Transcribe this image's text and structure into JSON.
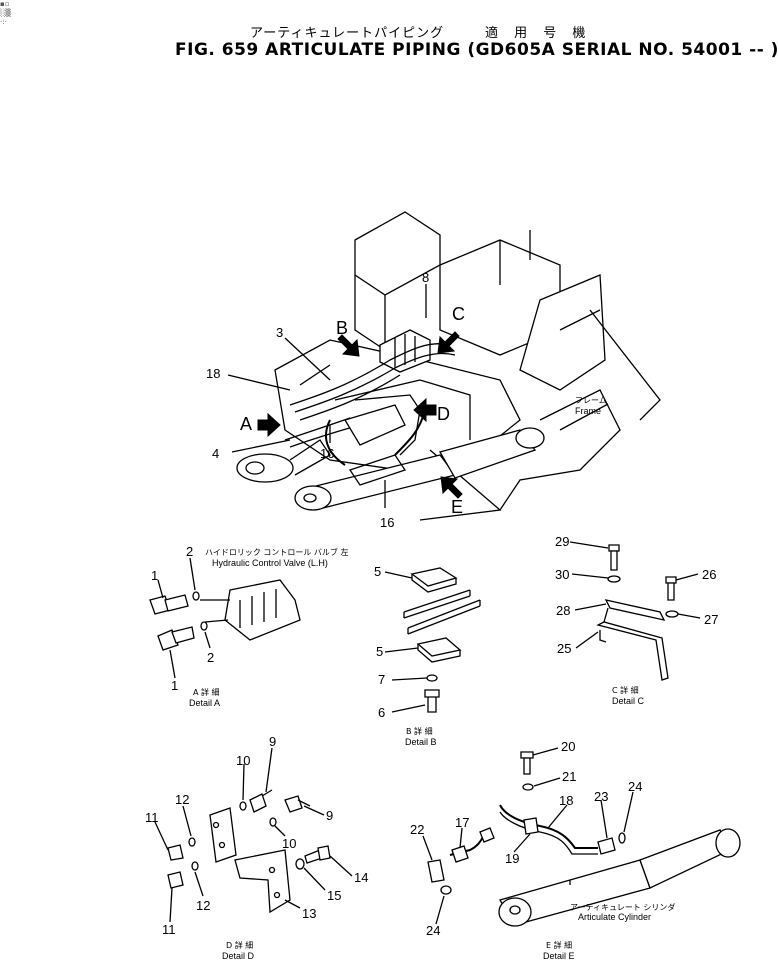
{
  "title": {
    "jp_name": "アーティキュレートパイピング",
    "jp_applicable": "適 用 号 機",
    "main": "FIG. 659  ARTICULATE PIPING (GD605A SERIAL NO. 54001 -- )"
  },
  "main_view": {
    "part_numbers": [
      "8",
      "3",
      "18",
      "4",
      "16",
      "16"
    ],
    "arrows": [
      "A",
      "B",
      "C",
      "D",
      "E"
    ],
    "frame_label_jp": "フレーム",
    "frame_label": "Frame"
  },
  "detail_a": {
    "jp_label": "ハイドロリック コントロール バルブ 左",
    "label": "Hydraulic Control Valve (L.H)",
    "caption_jp": "A 詳 細",
    "caption": "Detail A",
    "parts": [
      "2",
      "1",
      "2",
      "1"
    ]
  },
  "detail_b": {
    "caption_jp": "B 詳 細",
    "caption": "Detail B",
    "parts": [
      "5",
      "5",
      "7",
      "6"
    ]
  },
  "detail_c": {
    "caption_jp": "C 詳 細",
    "caption": "Detail C",
    "parts": [
      "29",
      "30",
      "26",
      "28",
      "27",
      "25"
    ]
  },
  "detail_d": {
    "caption_jp": "D 詳 細",
    "caption": "Detail D",
    "parts": [
      "9",
      "10",
      "12",
      "11",
      "9",
      "10",
      "14",
      "15",
      "12",
      "13",
      "11"
    ]
  },
  "detail_e": {
    "caption_jp": "E 詳 細",
    "caption": "Detail E",
    "cylinder_jp": "アーティキュレート シリンダ",
    "cylinder": "Articulate Cylinder",
    "parts": [
      "20",
      "21",
      "18",
      "23",
      "24",
      "17",
      "22",
      "19",
      "24"
    ]
  }
}
